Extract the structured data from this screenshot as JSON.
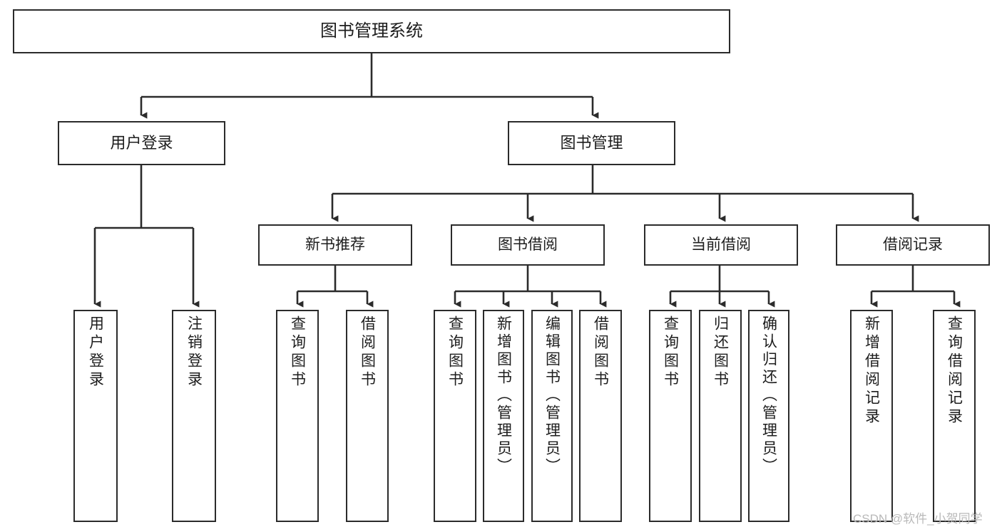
{
  "diagram": {
    "type": "tree",
    "title": "图书管理系统",
    "style": {
      "box_border_color": "#2b2b2b",
      "box_fill_color": "#ffffff",
      "line_color": "#2b2b2b",
      "text_color": "#1d1d1d",
      "background_color": "#ffffff",
      "watermark_color": "#b9b9b9"
    },
    "root": {
      "label": "图书管理系统"
    },
    "level2": [
      {
        "label": "用户登录"
      },
      {
        "label": "图书管理"
      }
    ],
    "level3": [
      {
        "label": "新书推荐"
      },
      {
        "label": "图书借阅"
      },
      {
        "label": "当前借阅"
      },
      {
        "label": "借阅记录"
      }
    ],
    "leaves": {
      "user_login": [
        {
          "label": "用户登录"
        },
        {
          "label": "注销登录"
        }
      ],
      "new_book_recommend": [
        {
          "label": "查询图书"
        },
        {
          "label": "借阅图书"
        }
      ],
      "book_borrow": [
        {
          "label": "查询图书"
        },
        {
          "label": "新增图书（管理员）"
        },
        {
          "label": "编辑图书（管理员）"
        },
        {
          "label": "借阅图书"
        }
      ],
      "current_borrow": [
        {
          "label": "查询图书"
        },
        {
          "label": "归还图书"
        },
        {
          "label": "确认归还（管理员）"
        }
      ],
      "borrow_record": [
        {
          "label": "新增借阅记录"
        },
        {
          "label": "查询借阅记录"
        }
      ]
    }
  },
  "watermark": {
    "text": "CSDN @软件_小贺同学"
  }
}
